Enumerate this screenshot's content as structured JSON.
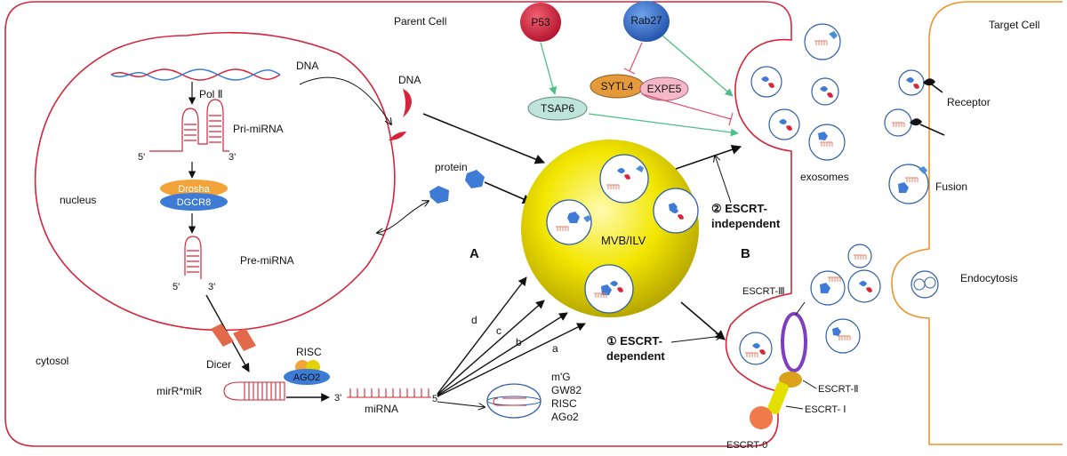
{
  "regions": {
    "parent_cell": "Parent Cell",
    "target_cell": "Target Cell",
    "nucleus": "nucleus",
    "cytosol": "cytosol"
  },
  "nucleus_pathway": {
    "dna": "DNA",
    "pol": "Pol Ⅱ",
    "pri_mirna": "Pri-miRNA",
    "five_prime": "5'",
    "three_prime": "3'",
    "drosha": "Drosha",
    "dgcr8": "DGCR8",
    "pre_mirna": "Pre-miRNA"
  },
  "cytosol_pathway": {
    "dicer": "Dicer",
    "risc": "RISC",
    "ago2": "AGO2",
    "mir_duplex": "mirR*miR",
    "mirna": "miRNA",
    "three_prime": "3'",
    "five_prime": "5'",
    "complex_labels": [
      "m'G",
      "GW82",
      "RISC",
      "AGo2"
    ]
  },
  "cargo": {
    "dna": "DNA",
    "protein": "protein"
  },
  "routes": [
    "a",
    "b",
    "c",
    "d"
  ],
  "mvb": {
    "label": "MVB/ILV",
    "section_a": "A",
    "section_b": "B"
  },
  "regulators": {
    "p53": "P53",
    "rab27": "Rab27",
    "tsap6": "TSAP6",
    "sytl4": "SYTL4",
    "expe5": "EXPE5"
  },
  "escrt": {
    "independent": [
      "② ESCRT-",
      "independent"
    ],
    "dependent": [
      "① ESCRT-",
      "dependent"
    ],
    "escrt_iii": "ESCRT-Ⅲ",
    "escrt_ii": "ESCRT-Ⅱ",
    "escrt_i": "ESCRT- Ⅰ",
    "escrt_0": "ESCRT-0"
  },
  "exosomes": "exosomes",
  "uptake": {
    "receptor": "Receptor",
    "fusion": "Fusion",
    "endocytosis": "Endocytosis"
  },
  "colors": {
    "membrane": "#d6253a",
    "target_membrane": "#f0932b",
    "mvb_fill": "#f2e600",
    "p53": "#d91f35",
    "rab27": "#2f6fd1",
    "tsap6": "#bfe5da",
    "sytl4": "#e59a3a",
    "expe5": "#f4b8c8",
    "drosha": "#f2a33a",
    "dgcr8": "#3d7bd6",
    "green_arrow": "#4bbf86",
    "inhibit": "#e0506a",
    "escrt_iii": "#7b3fbf",
    "escrt_ii": "#d9a21a",
    "escrt_i": "#e3e000",
    "escrt_0": "#f07a4a"
  }
}
